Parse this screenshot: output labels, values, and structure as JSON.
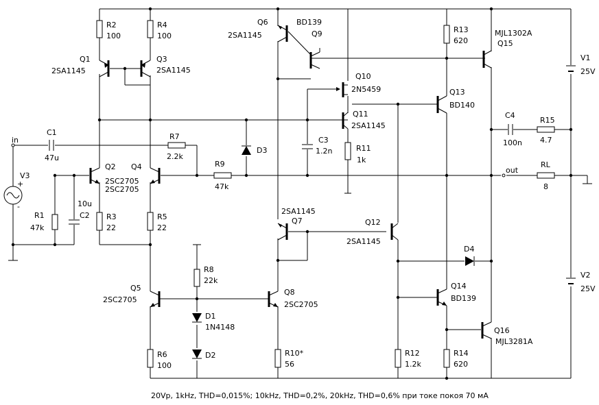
{
  "caption": "20Vp, 1kHz, THD=0,015%; 10kHz, THD=0,2%, 20kHz, THD=0,6% при токе покоя 70 мА",
  "components": {
    "r2": {
      "ref": "R2",
      "value": "100"
    },
    "r4": {
      "ref": "R4",
      "value": "100"
    },
    "r13": {
      "ref": "R13",
      "value": "620"
    },
    "r7": {
      "ref": "R7",
      "value": "2.2k"
    },
    "r9": {
      "ref": "R9",
      "value": "47k"
    },
    "r11": {
      "ref": "R11",
      "value": "1k"
    },
    "r15": {
      "ref": "R15",
      "value": "4.7"
    },
    "rl": {
      "ref": "RL",
      "value": "8"
    },
    "r1": {
      "ref": "R1",
      "value": "47k"
    },
    "r3": {
      "ref": "R3",
      "value": "22"
    },
    "r5": {
      "ref": "R5",
      "value": "22"
    },
    "r8": {
      "ref": "R8",
      "value": "22k"
    },
    "r6": {
      "ref": "R6",
      "value": "100"
    },
    "r10": {
      "ref": "R10*",
      "value": "56"
    },
    "r12": {
      "ref": "R12",
      "value": "1.2k"
    },
    "r14": {
      "ref": "R14",
      "value": "620"
    },
    "c1": {
      "ref": "C1",
      "value": "47u"
    },
    "c2": {
      "ref": "C2",
      "value": "10u"
    },
    "c3": {
      "ref": "C3",
      "value": "1.2n"
    },
    "c4": {
      "ref": "C4",
      "value": "100n"
    },
    "q1": {
      "ref": "Q1",
      "value": "2SA1145"
    },
    "q2": {
      "ref": "Q2",
      "value": "2SC2705"
    },
    "q3": {
      "ref": "Q3",
      "value": "2SA1145"
    },
    "q4": {
      "ref": "Q4",
      "value": "2SC2705"
    },
    "q5": {
      "ref": "Q5",
      "value": "2SC2705"
    },
    "q6": {
      "ref": "Q6",
      "value": "2SA1145"
    },
    "q7": {
      "ref": "Q7",
      "value": "2SA1145"
    },
    "q8": {
      "ref": "Q8",
      "value": "2SC2705"
    },
    "q9": {
      "ref": "Q9",
      "value": "BD139"
    },
    "q10": {
      "ref": "Q10",
      "value": "2N5459"
    },
    "q11": {
      "ref": "Q11",
      "value": "2SA1145"
    },
    "q12": {
      "ref": "Q12",
      "value": "2SA1145"
    },
    "q13": {
      "ref": "Q13",
      "value": "BD140"
    },
    "q14": {
      "ref": "Q14",
      "value": "BD139"
    },
    "q15": {
      "ref": "Q15",
      "value": "MJL1302A"
    },
    "q16": {
      "ref": "Q16",
      "value": "MJL3281A"
    },
    "d1": {
      "ref": "D1",
      "value": "1N4148"
    },
    "d2": {
      "ref": "D2",
      "value": ""
    },
    "d3": {
      "ref": "D3",
      "value": ""
    },
    "d4": {
      "ref": "D4",
      "value": ""
    },
    "v1": {
      "ref": "V1",
      "value": "25V"
    },
    "v2": {
      "ref": "V2",
      "value": "25V"
    },
    "v3": {
      "ref": "V3",
      "value": ""
    }
  },
  "nets": {
    "in": "in",
    "out": "out",
    "plus": "+",
    "minus": "-"
  }
}
